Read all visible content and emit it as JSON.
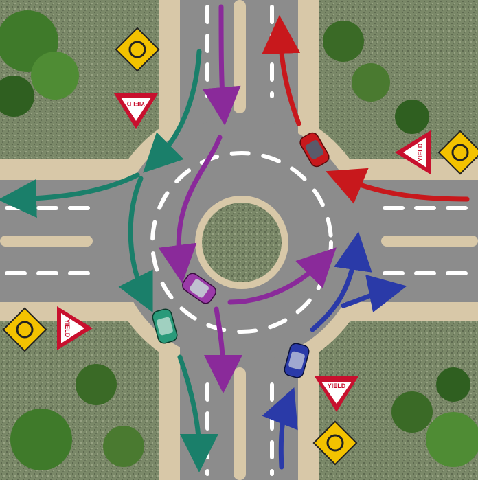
{
  "signs": {
    "yield_text": "YIELD",
    "roundabout_icon": "roundabout-arrows-icon"
  },
  "colors": {
    "grass": "#6f7f5a",
    "curb": "#d8c8a8",
    "asphalt": "#8c8c8c",
    "lane_marking": "#ffffff",
    "route_purple": "#8a2a9a",
    "route_teal": "#1a7f6a",
    "route_red": "#c8181c",
    "route_blue": "#2a3aa8",
    "yield_red": "#c8102e",
    "warning_yellow": "#f3c200"
  },
  "vehicles": [
    {
      "name": "red-car",
      "color": "#c8181c"
    },
    {
      "name": "purple-car",
      "color": "#9a3aa8"
    },
    {
      "name": "teal-car",
      "color": "#2a9a7a"
    },
    {
      "name": "blue-car",
      "color": "#2a3aa8"
    }
  ]
}
